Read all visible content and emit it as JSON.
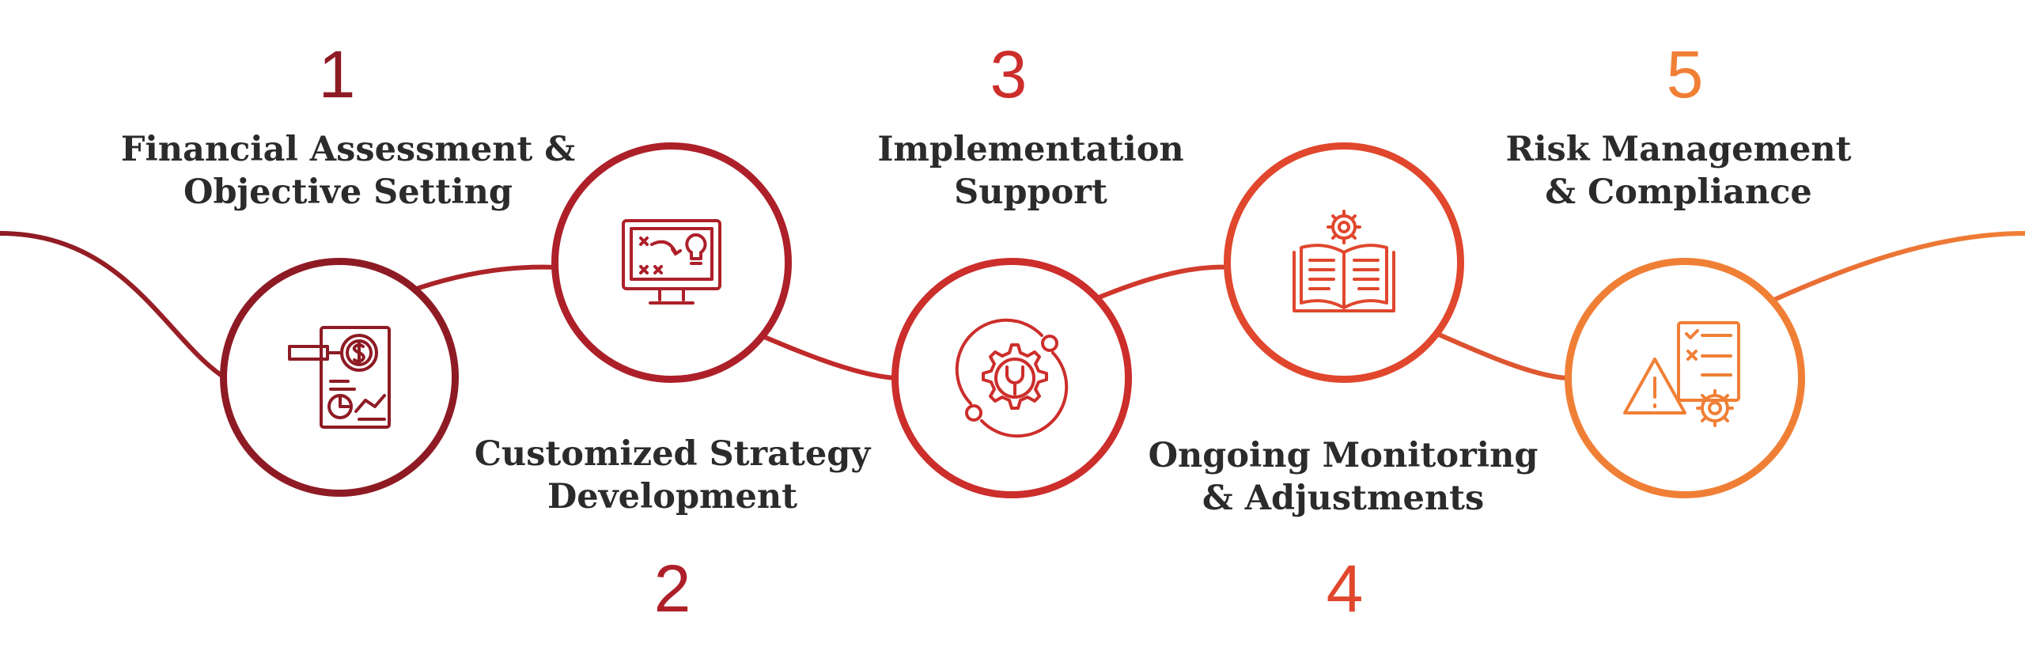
{
  "steps": [
    {
      "number": "1",
      "title_line1": "Financial Assessment &",
      "title_line2": "Objective Setting",
      "icon": "financial-report-icon",
      "color": "#8e1b24"
    },
    {
      "number": "2",
      "title_line1": "Customized Strategy",
      "title_line2": "Development",
      "icon": "strategy-monitor-icon",
      "color": "#ad2029"
    },
    {
      "number": "3",
      "title_line1": "Implementation",
      "title_line2": "Support",
      "icon": "gear-wrench-icon",
      "color": "#cc2e2b"
    },
    {
      "number": "4",
      "title_line1": "Ongoing Monitoring",
      "title_line2": "& Adjustments",
      "icon": "book-gear-icon",
      "color": "#e0472d"
    },
    {
      "number": "5",
      "title_line1": "Risk Management",
      "title_line2": "& Compliance",
      "icon": "risk-checklist-icon",
      "color": "#f07f36"
    }
  ]
}
